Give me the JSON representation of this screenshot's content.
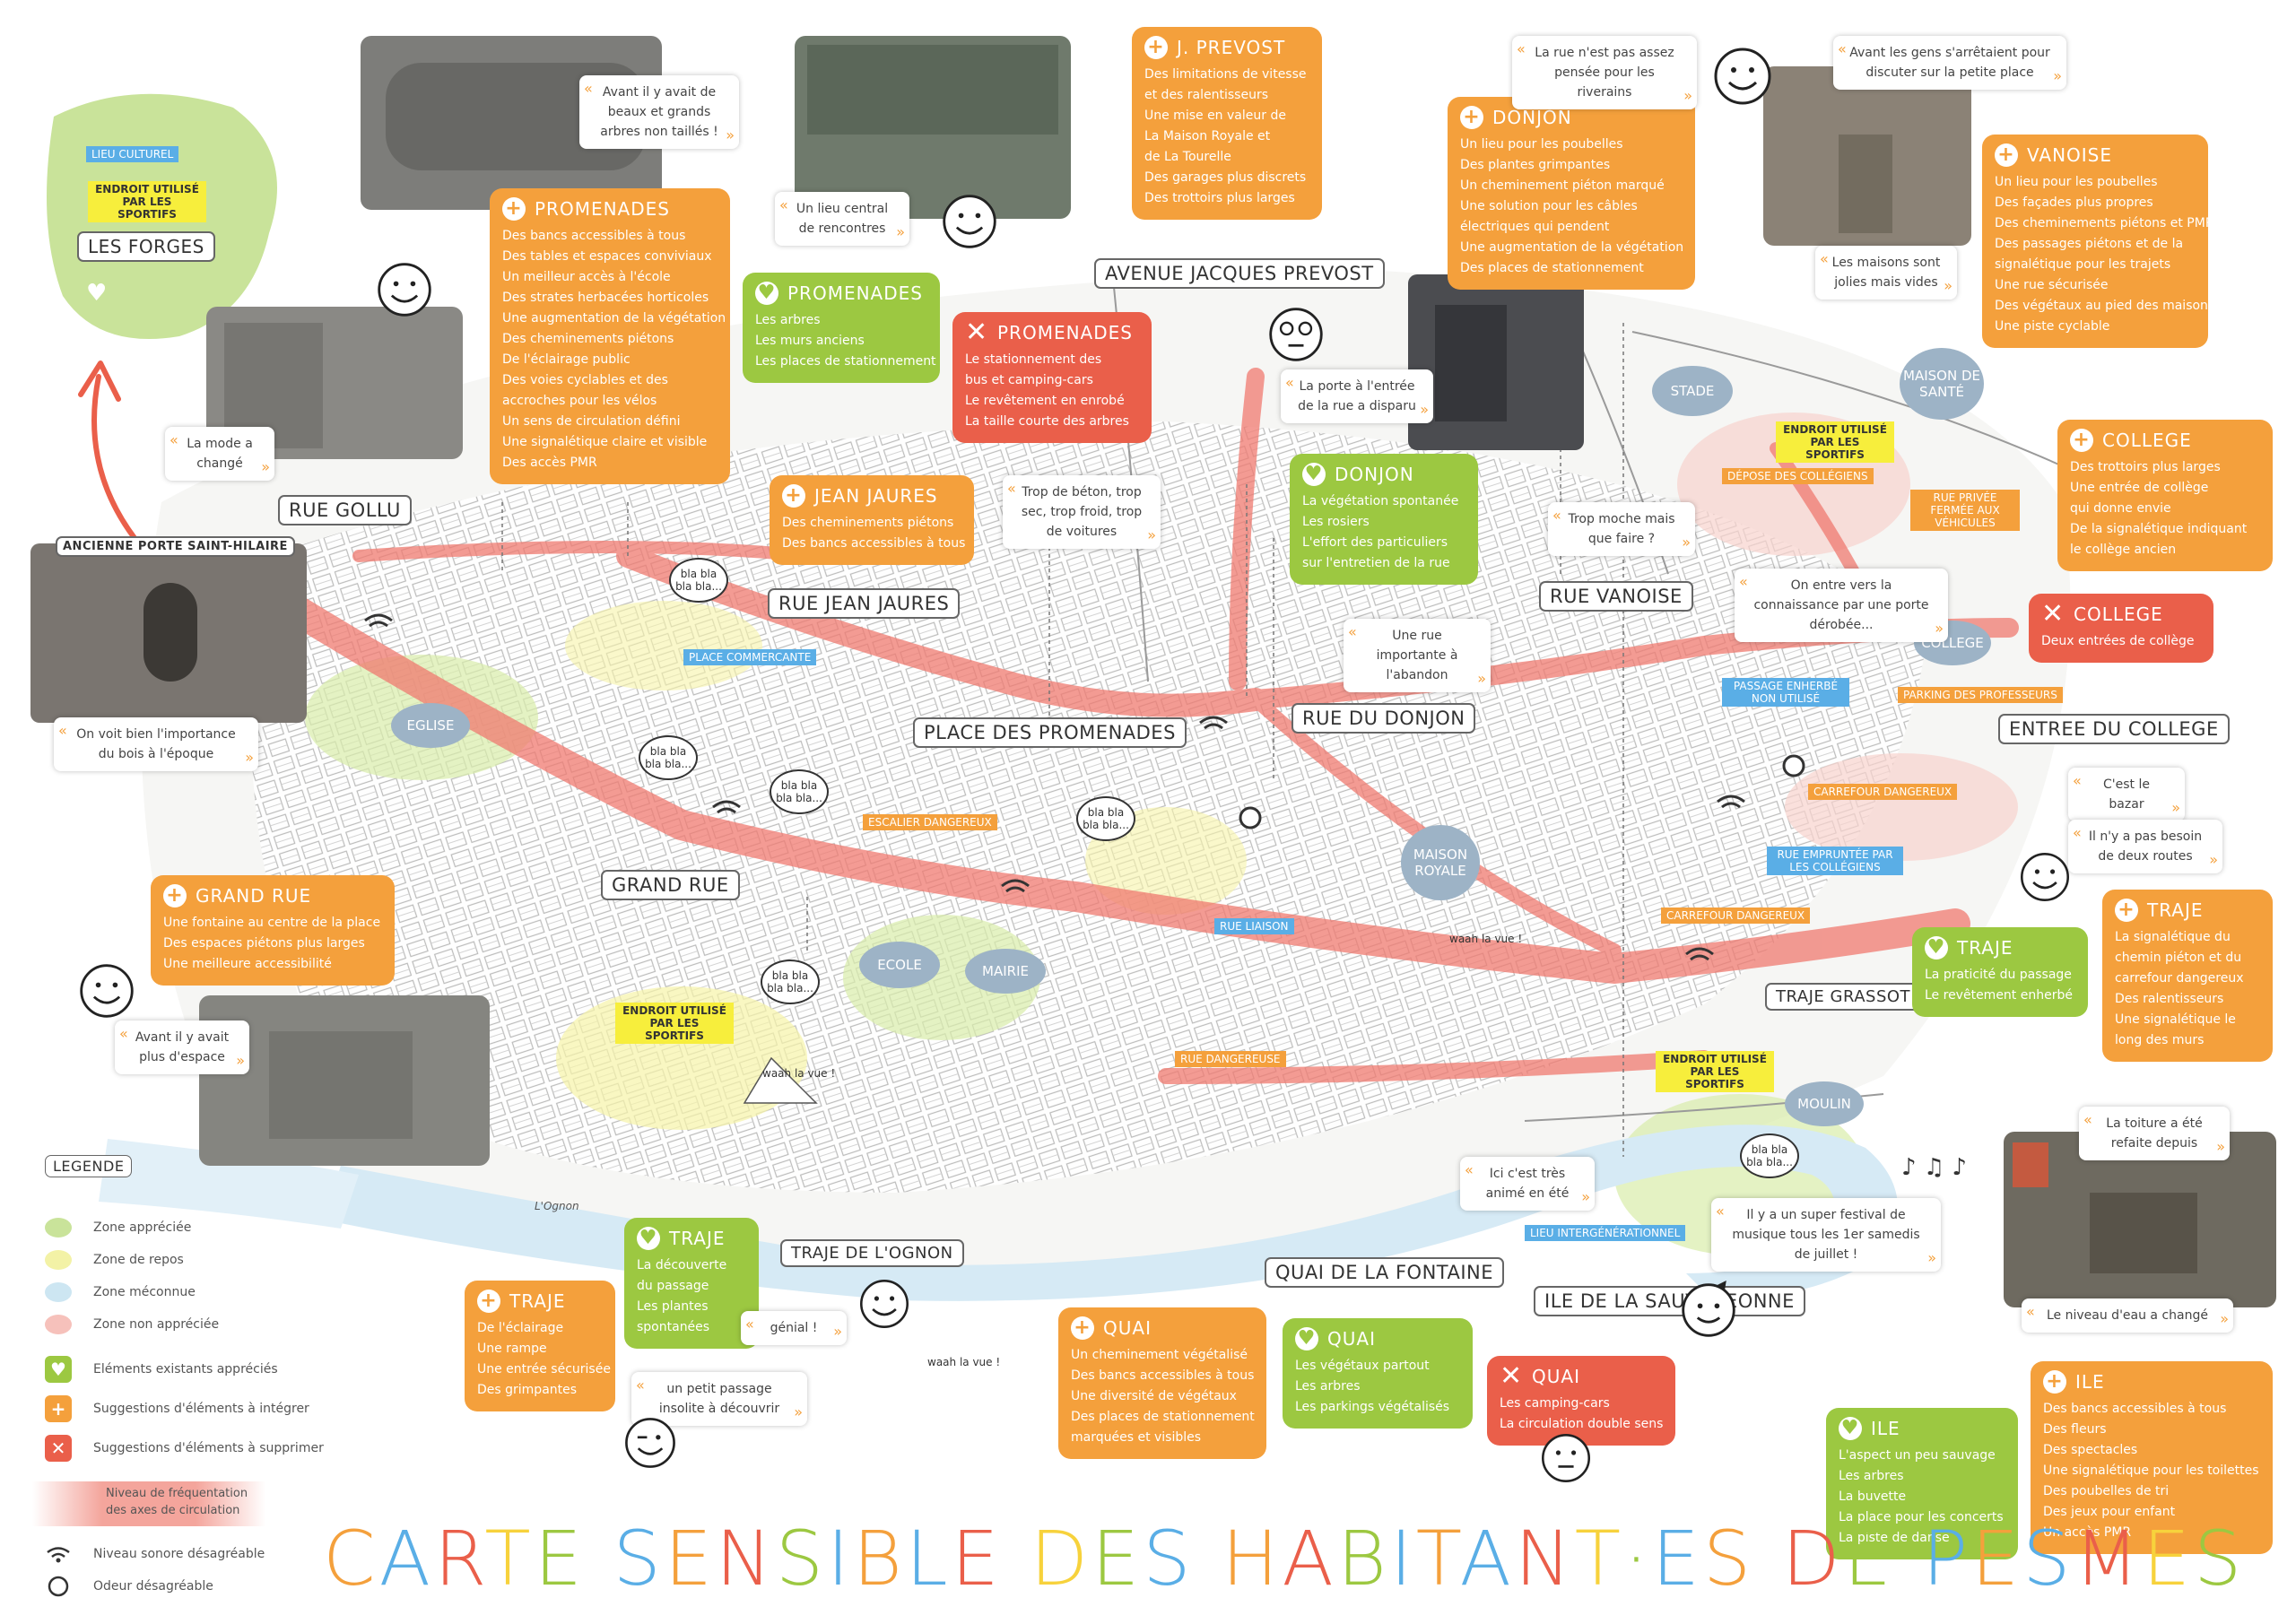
{
  "title": {
    "text": "CARTE SENSIBLE DES HABITANT·ES DE PESMES",
    "letter_colors": [
      "#f4a03c",
      "#5aaee6",
      "#ea5f4a",
      "#f7d23c",
      "#9cc841",
      "#5aaee6",
      "#f4a03c",
      "#ea5f4a",
      "#9cc841",
      "#5aaee6"
    ]
  },
  "top_left_blob": {
    "tag_culturel": "LIEU CULTUREL",
    "tag_sportif": "ENDROIT UTILISÉ PAR LES SPORTIFS",
    "label": "LES FORGES"
  },
  "streets": {
    "avenue_jacques_prevost": "AVENUE JACQUES PREVOST",
    "rue_gollu": "RUE GOLLU",
    "rue_jean_jaures": "RUE JEAN JAURES",
    "place_des_promenades": "PLACE DES PROMENADES",
    "rue_du_donjon": "RUE DU DONJON",
    "rue_vanoise": "RUE VANOISE",
    "entree_du_college": "ENTREE DU COLLEGE",
    "grand_rue": "GRAND RUE",
    "traje_grassot": "TRAJE GRASSOT",
    "traje_de_lognon": "TRAJE DE L'OGNON",
    "quai_de_la_fontaine": "QUAI DE LA FONTAINE",
    "ile_de_la_sauvageonne": "ILE DE LA SAUVAGEONNE",
    "ancienne_porte": "ANCIENNE PORTE SAINT-HILAIRE"
  },
  "pins": {
    "eglise": "EGLISE",
    "stade": "STADE",
    "maison_de_sante": "MAISON DE SANTÉ",
    "college": "COLLEGE",
    "maison_royale": "MAISON ROYALE",
    "ecole": "ECOLE",
    "mairie": "MAIRIE",
    "moulin": "MOULIN"
  },
  "map_tags": {
    "place_commercante": "PLACE COMMERCANTE",
    "escalier_dangereux": "ESCALIER DANGEREUX",
    "rue_liaison": "RUE LIAISON",
    "rue_dangereuse": "RUE DANGEREUSE",
    "depose_collegiens": "DÉPOSE DES COLLÉGIENS",
    "rue_privee": "RUE PRIVÉE FERMÉE AUX VÉHICULES",
    "passage_enherbe": "PASSAGE ENHERBÉ NON UTILISÉ",
    "parking_professeurs": "PARKING DES PROFESSEURS",
    "carrefour_dangereux_1": "CARREFOUR DANGEREUX",
    "rue_empruntee": "RUE EMPRUNTÉE PAR LES COLLÉGIENS",
    "carrefour_dangereux_2": "CARREFOUR DANGEREUX",
    "lieu_intergenerationnel": "LIEU INTERGÉNÉRATIONNEL",
    "sportifs_1": "ENDROIT UTILISÉ PAR LES SPORTIFS",
    "sportifs_2": "ENDROIT UTILISÉ PAR LES SPORTIFS",
    "sportifs_3": "ENDROIT UTILISÉ PAR LES SPORTIFS"
  },
  "chatter": {
    "blabla": "bla bla bla bla...",
    "waah": "waah la vue !",
    "ognon": "L'Ognon"
  },
  "cards": {
    "promenades_sugg": {
      "title": "PROMENADES",
      "items": [
        "Des bancs accessibles à tous",
        "Des tables et espaces conviviaux",
        "Un meilleur accès à l'école",
        "Des strates herbacées horticoles",
        "Une augmentation de la végétation",
        "Des cheminements piétons",
        "De l'éclairage public",
        "Des voies cyclables et des",
        "accroches pour les vélos",
        "Un sens de circulation défini",
        "Une signalétique claire et visible",
        "Des accès PMR"
      ]
    },
    "promenades_ok": {
      "title": "PROMENADES",
      "items": [
        "Les arbres",
        "Les murs anciens",
        "Les places de stationnement"
      ]
    },
    "promenades_rm": {
      "title": "PROMENADES",
      "items": [
        "Le stationnement des",
        "bus et camping-cars",
        "Le revêtement en enrobé",
        "La taille courte des arbres"
      ]
    },
    "jaures_sugg": {
      "title": "JEAN JAURES",
      "items": [
        "Des cheminements piétons",
        "Des bancs accessibles à tous"
      ]
    },
    "prevost_sugg": {
      "title": "J. PREVOST",
      "items": [
        "Des limitations de vitesse",
        "et des ralentisseurs",
        "Une mise en valeur de",
        "La Maison Royale et",
        "de La Tourelle",
        "Des garages plus discrets",
        "Des trottoirs plus larges"
      ]
    },
    "donjon_sugg": {
      "title": "DONJON",
      "items": [
        "Un lieu pour les poubelles",
        "Des plantes grimpantes",
        "Un cheminement piéton marqué",
        "Une solution pour les câbles",
        "électriques qui pendent",
        "Une augmentation de la végétation",
        "Des places de stationnement"
      ]
    },
    "donjon_ok": {
      "title": "DONJON",
      "items": [
        "La végétation spontanée",
        "Les rosiers",
        "L'effort des particuliers",
        "sur l'entretien de la rue"
      ]
    },
    "vanoise_sugg": {
      "title": "VANOISE",
      "items": [
        "Un lieu pour les poubelles",
        "Des façades plus propres",
        "Des cheminements piétons et PMR",
        "Des passages piétons et de la",
        "signalétique pour les trajets",
        "Une rue sécurisée",
        "Des végétaux au pied des maisons",
        "Une piste cyclable"
      ]
    },
    "college_sugg": {
      "title": "COLLEGE",
      "items": [
        "Des trottoirs plus larges",
        "Une entrée de collège",
        "qui donne envie",
        "De la signalétique indiquant",
        "le collège ancien"
      ]
    },
    "college_rm": {
      "title": "COLLEGE",
      "items": [
        "Deux entrées de collège"
      ]
    },
    "grandrue_sugg": {
      "title": "GRAND RUE",
      "items": [
        "Une fontaine au centre de la place",
        "Des espaces piétons plus larges",
        "Une meilleure accessibilité"
      ]
    },
    "traje_ok_right": {
      "title": "TRAJE",
      "items": [
        "La praticité du passage",
        "Le revêtement enherbé"
      ]
    },
    "traje_sugg_right": {
      "title": "TRAJE",
      "items": [
        "La signalétique du",
        "chemin piéton et du",
        "carrefour dangereux",
        "Des ralentisseurs",
        "Une signalétique le",
        "long des murs"
      ]
    },
    "traje_ok_left": {
      "title": "TRAJE",
      "items": [
        "La découverte",
        "du passage",
        "Les plantes",
        "spontanées"
      ]
    },
    "traje_sugg_left": {
      "title": "TRAJE",
      "items": [
        "De l'éclairage",
        "Une rampe",
        "Une entrée sécurisée",
        "Des grimpantes"
      ]
    },
    "quai_sugg": {
      "title": "QUAI",
      "items": [
        "Un cheminement végétalisé",
        "Des bancs accessibles à tous",
        "Une diversité de végétaux",
        "Des places de stationnement",
        "marquées et visibles"
      ]
    },
    "quai_ok": {
      "title": "QUAI",
      "items": [
        "Les végétaux partout",
        "Les arbres",
        "Les parkings végétalisés"
      ]
    },
    "quai_rm": {
      "title": "QUAI",
      "items": [
        "Les camping-cars",
        "La circulation double sens"
      ]
    },
    "ile_ok": {
      "title": "ILE",
      "items": [
        "L'aspect un peu sauvage",
        "Les arbres",
        "La buvette",
        "La place pour les concerts",
        "La piste de danse"
      ]
    },
    "ile_sugg": {
      "title": "ILE",
      "items": [
        "Des bancs accessibles à tous",
        "Des fleurs",
        "Des spectacles",
        "Une signalétique pour les toilettes",
        "Des poubelles de tri",
        "Des jeux pour enfant",
        "Un accès PMR"
      ]
    }
  },
  "quotes": {
    "q_arbres": "Avant il y avait de beaux et grands arbres non taillés !",
    "q_central": "Un lieu central de rencontres",
    "q_rue_riverains": "La rue n'est pas assez pensée pour les riverains",
    "q_gens": "Avant les gens s'arrêtaient pour discuter sur la petite place",
    "q_mode": "La mode a changé",
    "q_maisons": "Les maisons sont jolies mais vides",
    "q_porte": "La porte à l'entrée de la rue a disparu",
    "q_beton": "Trop de béton, trop sec, trop froid, trop de voitures",
    "q_moche": "Trop moche mais que faire ?",
    "q_connaissance": "On entre vers la connaissance par une porte dérobée...",
    "q_abandon": "Une rue importante à l'abandon",
    "q_bois": "On voit bien l'importance du bois à l'époque",
    "q_bazar": "C'est le bazar",
    "q_routes": "Il n'y a pas besoin de deux routes",
    "q_espace": "Avant il y avait plus d'espace",
    "q_toiture": "La toiture a été refaite depuis",
    "q_anime": "Ici c'est très animé en été",
    "q_festival": "Il y a un super festival de musique tous les 1er samedis de juillet !",
    "q_genial": "génial !",
    "q_passage": "un petit passage insolite à découvrir",
    "q_eau": "Le niveau d'eau a changé"
  },
  "legend": {
    "title": "LEGENDE",
    "zone_appreciee": "Zone appréciée",
    "zone_repos": "Zone de repos",
    "zone_meconnue": "Zone méconnue",
    "zone_non_appreciee": "Zone non appréciée",
    "existants": "Eléments existants appréciés",
    "a_integrer": "Suggestions d'éléments à intégrer",
    "a_supprimer": "Suggestions d'éléments à supprimer",
    "frequentation": "Niveau de fréquentation des axes de circulation",
    "sonore": "Niveau sonore désagréable",
    "odeur": "Odeur désagréable"
  },
  "colors": {
    "orange": "#f4a03c",
    "green": "#9cc841",
    "red": "#ea5f4a",
    "blue_tag": "#5aaee6",
    "pin": "#9db3c6",
    "zone_green": "#c9e39a",
    "zone_yellow": "#f3f2a6",
    "zone_blue": "#cde6f2",
    "zone_red": "#f6c1bb"
  }
}
